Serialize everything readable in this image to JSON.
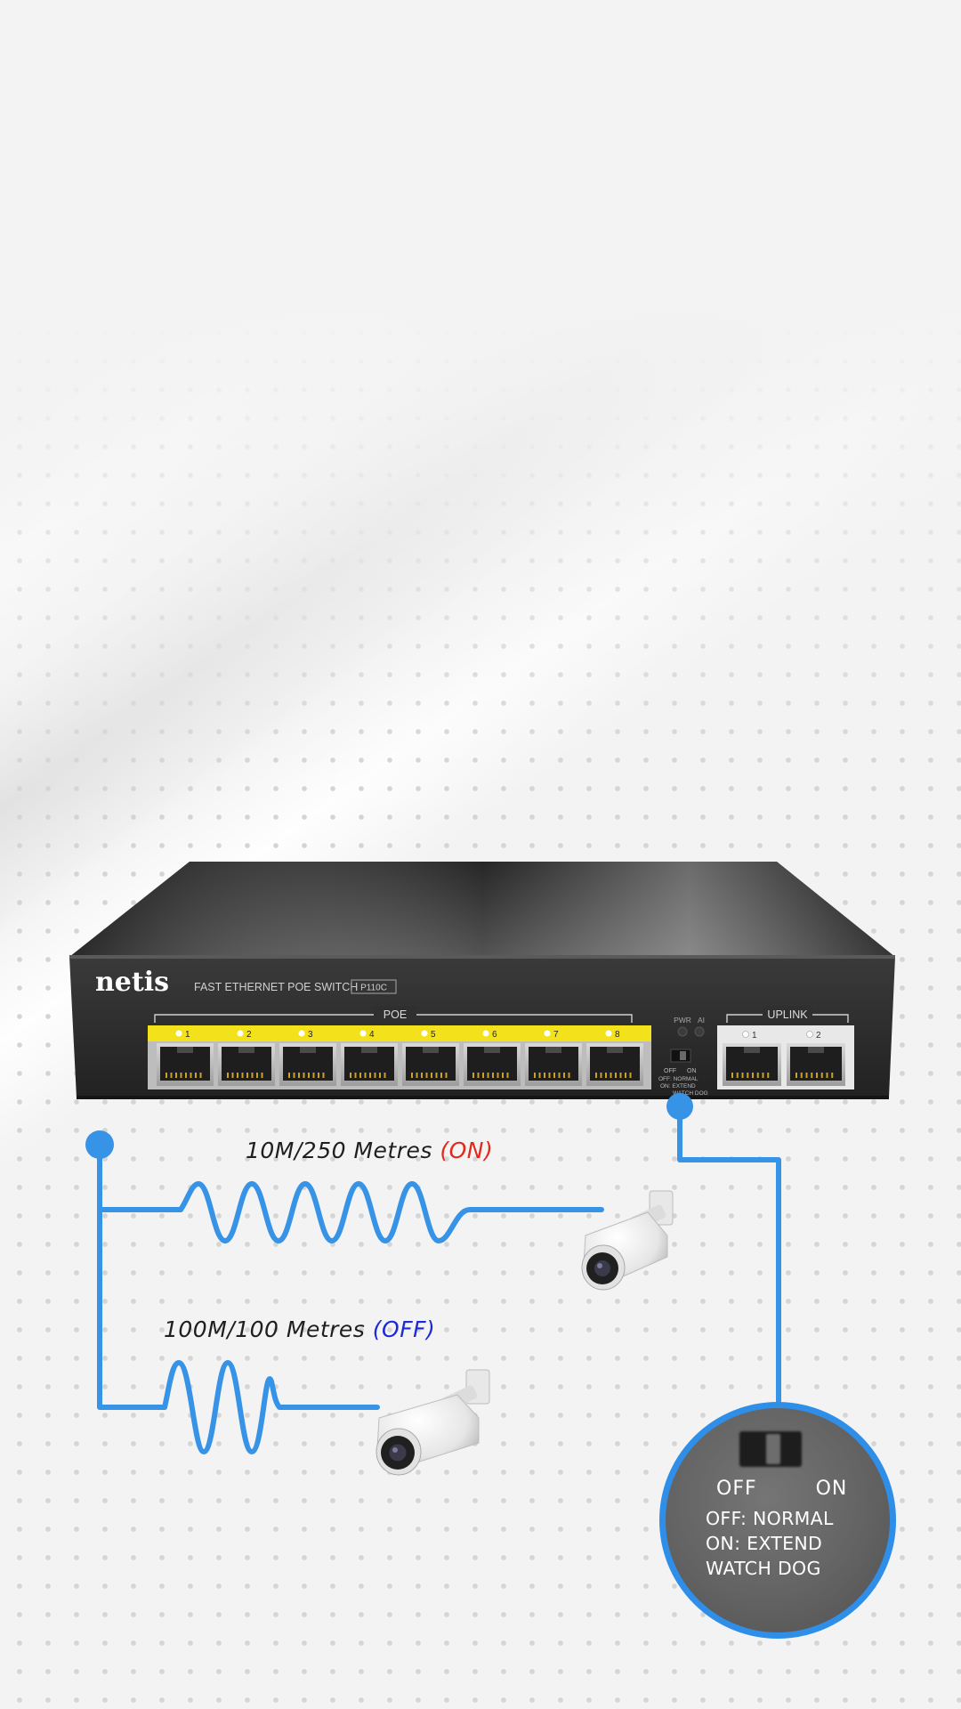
{
  "product": {
    "brand": "netis",
    "description": "FAST ETHERNET POE SWITCH",
    "model": "P110C",
    "poe_group_label": "POE",
    "poe_ports": [
      "1",
      "2",
      "3",
      "4",
      "5",
      "6",
      "7",
      "8"
    ],
    "indicator_labels": [
      "PWR",
      "AI"
    ],
    "switch_labels": [
      "OFF",
      "ON"
    ],
    "switch_notes": [
      "OFF: NORMAL",
      "ON: EXTEND",
      "WATCH DOG"
    ],
    "uplink_group_label": "UPLINK",
    "uplink_ports": [
      "1",
      "2"
    ]
  },
  "modes": {
    "extend": {
      "label": "10M/250 Metres",
      "state": "(ON)",
      "state_color": "#e12a1c"
    },
    "normal": {
      "label": "100M/100 Metres",
      "state": "(OFF)",
      "state_color": "#1d2ad8"
    }
  },
  "zoom": {
    "off_on": "OFF   ON",
    "lines": [
      "OFF: NORMAL",
      "ON: EXTEND",
      "WATCH DOG"
    ]
  },
  "colors": {
    "cable": "#3793e6",
    "poe_strip": "#f3e21b",
    "chassis": "#2b2b2b"
  }
}
